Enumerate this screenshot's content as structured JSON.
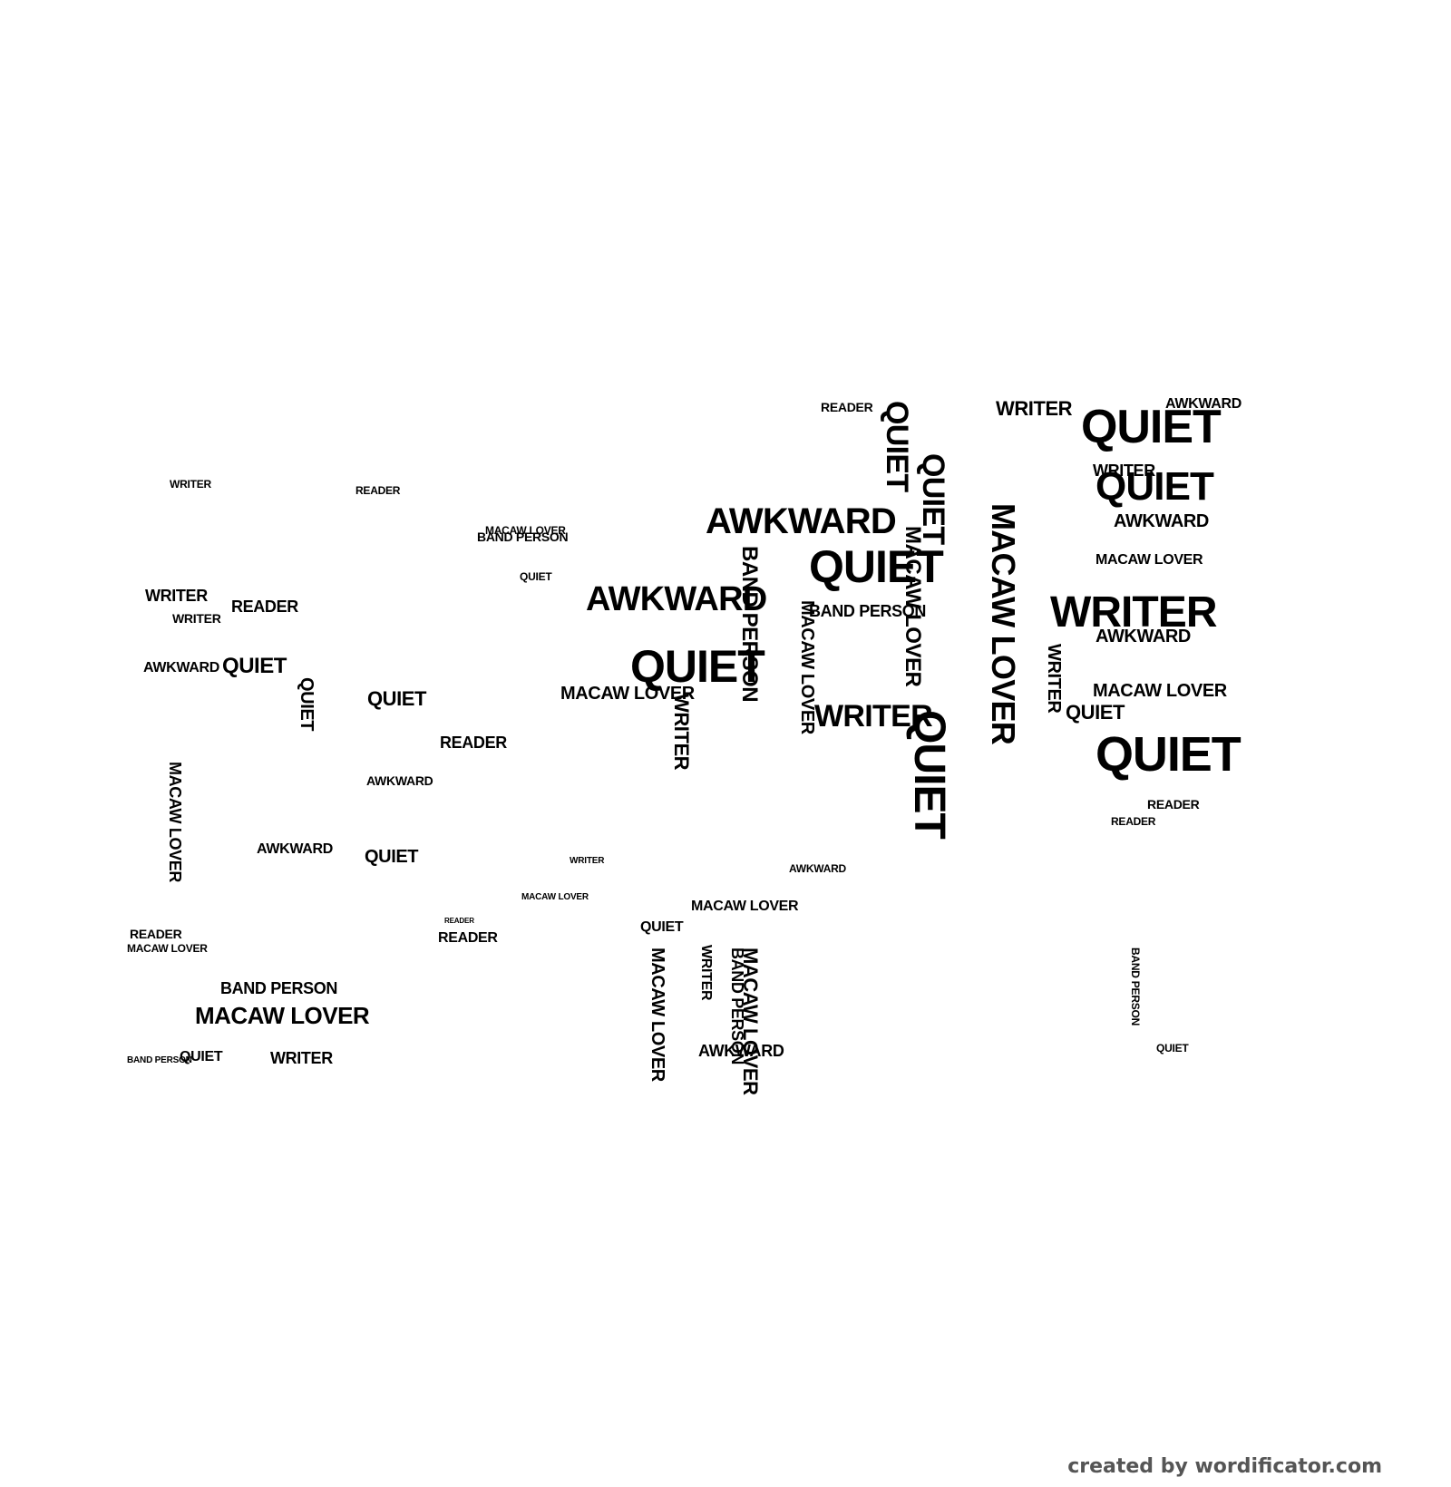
{
  "colors": {
    "background": "#ffffff",
    "words": "#000000",
    "credit": "#555555"
  },
  "credit": "created by wordificator.com",
  "words": {
    "quiet": "QUIET",
    "awkward": "AWKWARD",
    "writer": "WRITER",
    "reader": "READER",
    "macaw_lover": "MACAW LOVER",
    "band_person": "BAND PERSON"
  }
}
